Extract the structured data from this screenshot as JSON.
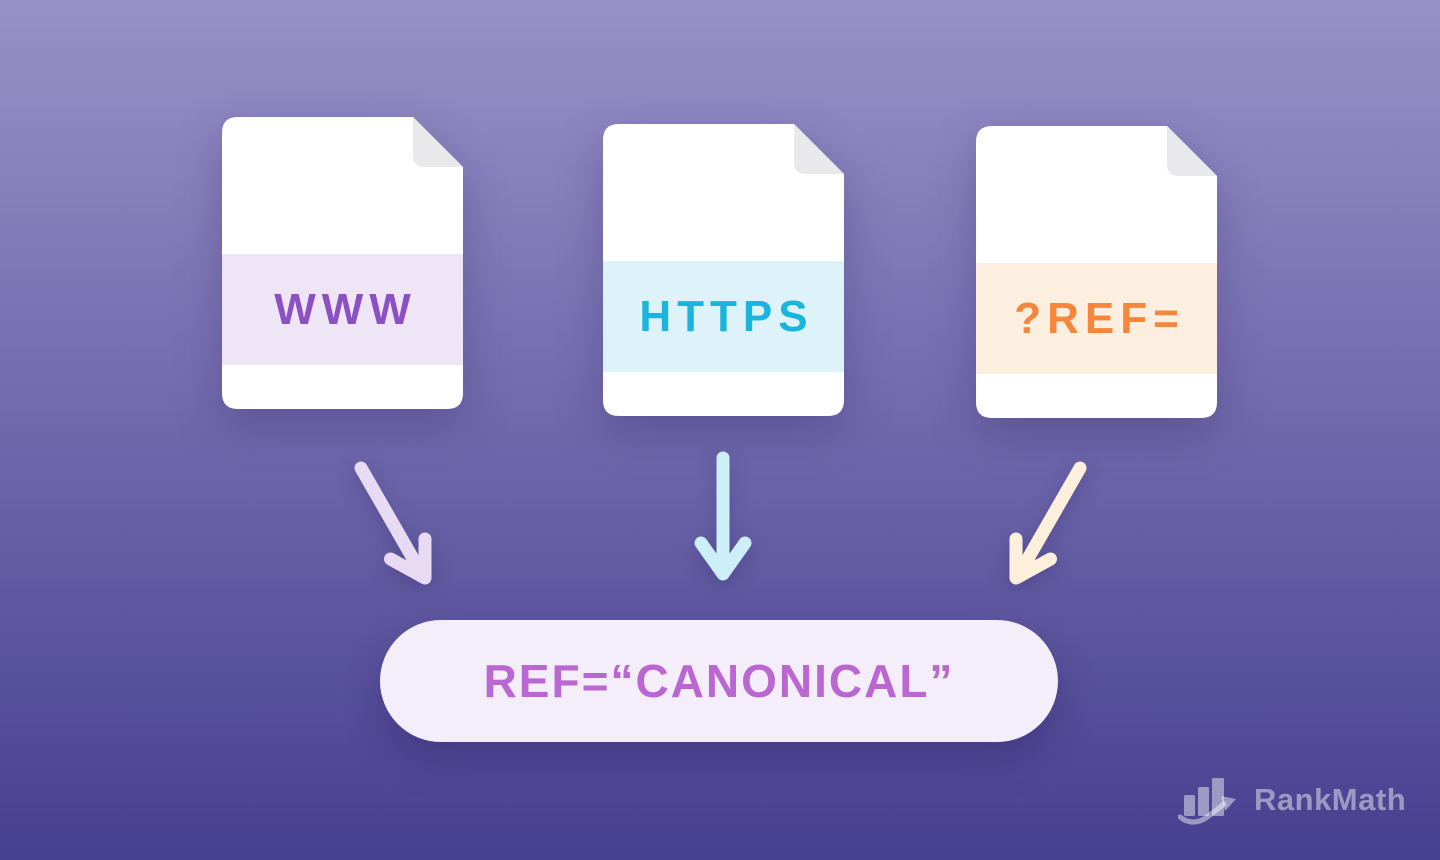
{
  "background": {
    "gradient_top": "#9891c8",
    "gradient_middle": "#6f68ab",
    "gradient_bottom": "#484090"
  },
  "documents": [
    {
      "label": "WWW",
      "body_color": "#ffffff",
      "fold_color": "#e9e9ec",
      "band_color": "#eee6f6",
      "label_color": "#8b50c3"
    },
    {
      "label": "HTTPS",
      "body_color": "#ffffff",
      "fold_color": "#e9e9ec",
      "band_color": "#def3f9",
      "label_color": "#1ab5dc"
    },
    {
      "label": "?REF=",
      "body_color": "#ffffff",
      "fold_color": "#e9e9ec",
      "band_color": "#fcefdf",
      "label_color": "#f5863c"
    }
  ],
  "arrows": [
    {
      "name": "arrow-www-to-canonical",
      "direction": "down-right",
      "color": "#e7daf2"
    },
    {
      "name": "arrow-https-to-canonical",
      "direction": "down",
      "color": "#cdeff8"
    },
    {
      "name": "arrow-ref-to-canonical",
      "direction": "down-left",
      "color": "#fcf0dc"
    }
  ],
  "result_pill": {
    "label": "REF=“CANONICAL”",
    "bg_color": "#f3eefa",
    "text_color": "#bb67d2"
  },
  "brand": {
    "name": "RankMath",
    "icon": "rankmath-bars-arrow-icon",
    "color": "rgba(255,255,255,0.45)"
  }
}
